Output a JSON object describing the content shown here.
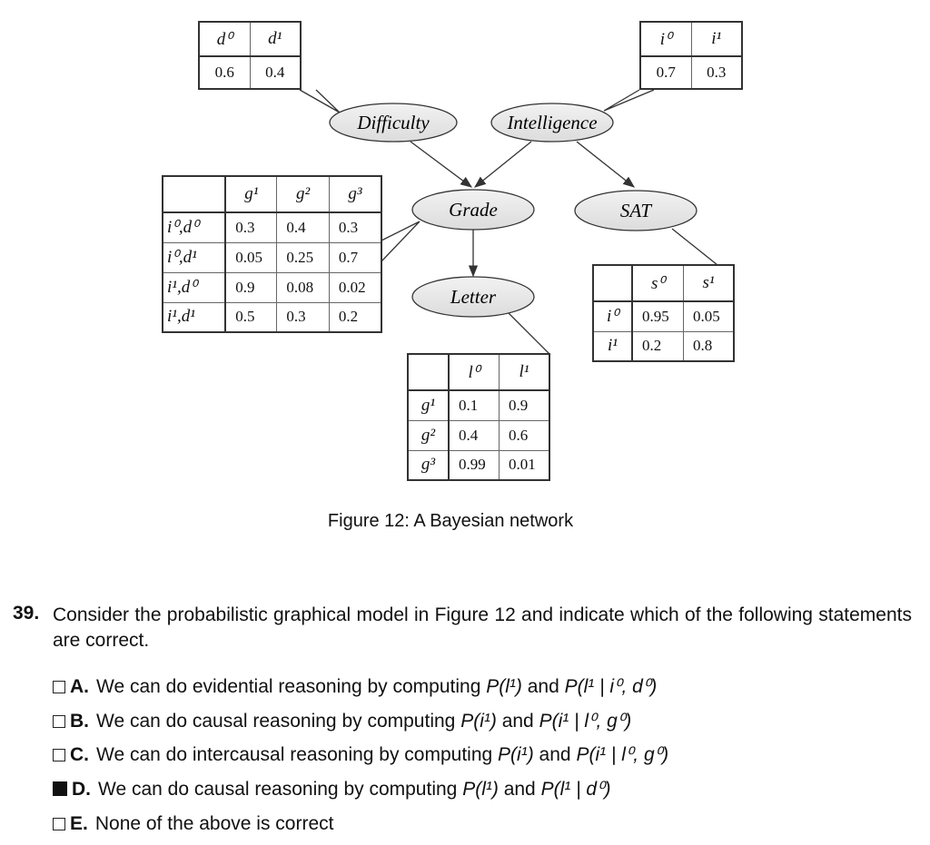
{
  "nodes": {
    "difficulty": "Difficulty",
    "intelligence": "Intelligence",
    "grade": "Grade",
    "sat": "SAT",
    "letter": "Letter"
  },
  "cpt_difficulty": {
    "headers": [
      "d⁰",
      "d¹"
    ],
    "values": [
      "0.6",
      "0.4"
    ]
  },
  "cpt_intelligence": {
    "headers": [
      "i⁰",
      "i¹"
    ],
    "values": [
      "0.7",
      "0.3"
    ]
  },
  "cpt_grade": {
    "headers": [
      "g¹",
      "g²",
      "g³"
    ],
    "rows": [
      {
        "label": "i⁰,d⁰",
        "values": [
          "0.3",
          "0.4",
          "0.3"
        ]
      },
      {
        "label": "i⁰,d¹",
        "values": [
          "0.05",
          "0.25",
          "0.7"
        ]
      },
      {
        "label": "i¹,d⁰",
        "values": [
          "0.9",
          "0.08",
          "0.02"
        ]
      },
      {
        "label": "i¹,d¹",
        "values": [
          "0.5",
          "0.3",
          "0.2"
        ]
      }
    ]
  },
  "cpt_sat": {
    "headers": [
      "s⁰",
      "s¹"
    ],
    "rows": [
      {
        "label": "i⁰",
        "values": [
          "0.95",
          "0.05"
        ]
      },
      {
        "label": "i¹",
        "values": [
          "0.2",
          "0.8"
        ]
      }
    ]
  },
  "cpt_letter": {
    "headers": [
      "l⁰",
      "l¹"
    ],
    "rows": [
      {
        "label": "g¹",
        "values": [
          "0.1",
          "0.9"
        ]
      },
      {
        "label": "g²",
        "values": [
          "0.4",
          "0.6"
        ]
      },
      {
        "label": "g³",
        "values": [
          "0.99",
          "0.01"
        ]
      }
    ]
  },
  "caption": "Figure 12: A Bayesian network",
  "question": {
    "number": "39.",
    "text": "Consider the probabilistic graphical model in Figure 12 and indicate which of the following statements are correct."
  },
  "options": [
    {
      "letter": "A.",
      "text": "We can do evidential reasoning by computing",
      "f1": "P(l¹)",
      "f2": "P(l¹ | i⁰, d⁰)",
      "checked": false
    },
    {
      "letter": "B.",
      "text": "We can do causal reasoning by computing",
      "f1": "P(i¹)",
      "f2": "P(i¹ | l⁰, g⁰)",
      "checked": false
    },
    {
      "letter": "C.",
      "text": "We can do intercausal reasoning by computing",
      "f1": "P(i¹)",
      "f2": "P(i¹ | l⁰, g⁰)",
      "checked": false
    },
    {
      "letter": "D.",
      "text": "We can do causal reasoning by computing",
      "f1": "P(l¹)",
      "f2": "P(l¹ | d⁰)",
      "checked": true
    },
    {
      "letter": "E.",
      "text": "None of the above is correct",
      "f1": "",
      "f2": "",
      "checked": false
    }
  ],
  "and_word": "and"
}
